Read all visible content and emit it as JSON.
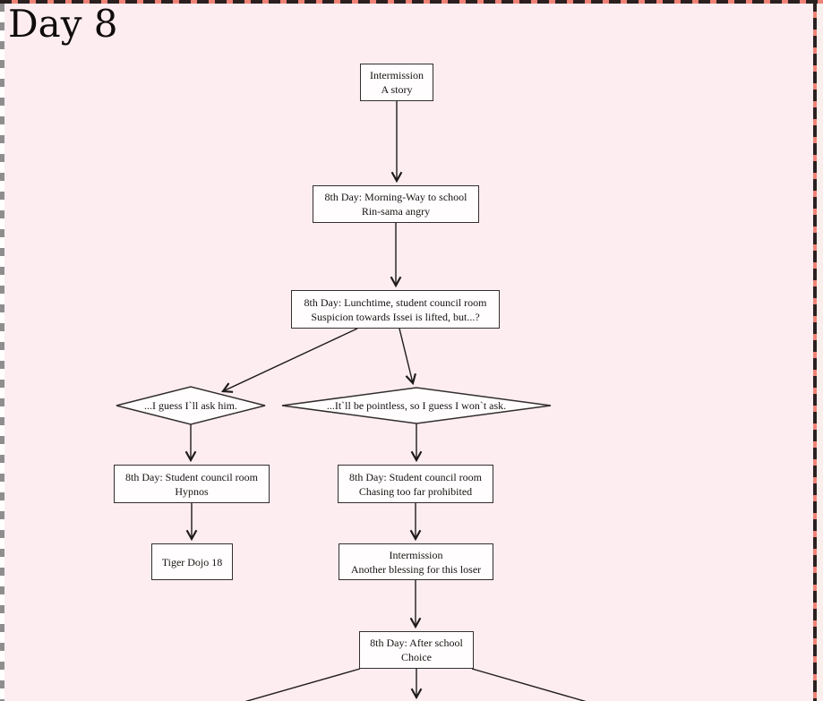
{
  "title": "Day 8",
  "colors": {
    "bg": "#fdedf0",
    "outer-bg": "#fbefed",
    "salmon": "#ee8276",
    "dash-dark": "#2b2020",
    "left-strip": "#ffffff",
    "left-dash": "#8e8e8e",
    "node-fill": "#fffdfd",
    "node-border": "#332e2e",
    "edge": "#1f1b1b",
    "ink": "#171212"
  },
  "flowchart": {
    "nodes": {
      "intermission_story": {
        "label": "Intermission\nA story"
      },
      "morning": {
        "label": "8th Day: Morning-Way to school\nRin-sama angry"
      },
      "lunchtime": {
        "label": "8th Day: Lunchtime, student council room\nSuspicion towards Issei is lifted, but...?"
      },
      "choice_ask": {
        "label": "...I guess I`ll ask him."
      },
      "choice_not_ask": {
        "label": "...It`ll be pointless, so I guess I won`t ask."
      },
      "hypnos": {
        "label": "8th Day: Student council room\nHypnos"
      },
      "chasing": {
        "label": "8th Day: Student council room\nChasing too far prohibited"
      },
      "tiger_dojo": {
        "label": "Tiger Dojo 18"
      },
      "blessing": {
        "label": "Intermission\nAnother blessing for this loser"
      },
      "after_school": {
        "label": "8th Day: After school\nChoice"
      }
    }
  }
}
